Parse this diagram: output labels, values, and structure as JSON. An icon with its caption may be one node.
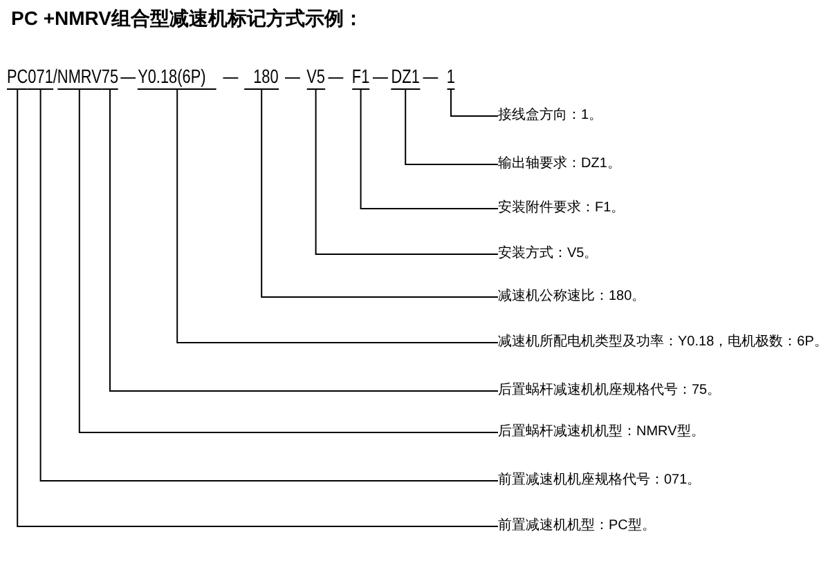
{
  "diagram": {
    "title": "PC +NMRV组合型减速机标记方式示例：",
    "nodes": [
      {
        "text": [
          "PC"
        ]
      },
      {
        "text": [
          "071"
        ]
      },
      {
        "text": [
          "NMRV"
        ]
      },
      {
        "text": [
          "75"
        ]
      },
      {
        "text": [
          "Y0.18(6P)"
        ]
      },
      {
        "text": [
          "180"
        ]
      },
      {
        "text": [
          "V5"
        ]
      },
      {
        "text": [
          "F1"
        ]
      },
      {
        "text": [
          "DZ1"
        ]
      },
      {
        "text": [
          "1"
        ]
      },
      {
        "text": [
          "接线盒方向：1。"
        ]
      },
      {
        "text": [
          "输出轴要求：DZ1。"
        ]
      },
      {
        "text": [
          "安装附件要求：F1。"
        ]
      },
      {
        "text": [
          "安装方式：V5。"
        ]
      },
      {
        "text": [
          "减速机公称速比：180。"
        ]
      },
      {
        "text": [
          "减速机所配电机类型及功率：Y0.18，电机极数：6P。"
        ]
      },
      {
        "text": [
          "后置蜗杆减速机机座规格代号：75。"
        ]
      },
      {
        "text": [
          "后置蜗杆减速机机型：NMRV型。"
        ]
      },
      {
        "text": [
          "前置减速机机座规格代号：071。"
        ]
      },
      {
        "text": [
          "前置减速机机型：PC型。"
        ]
      }
    ],
    "edges": [
      {
        "from": 0,
        "to": 19,
        "arrow": "none"
      },
      {
        "from": 1,
        "to": 18,
        "arrow": "none"
      },
      {
        "from": 2,
        "to": 17,
        "arrow": "none"
      },
      {
        "from": 3,
        "to": 16,
        "arrow": "none"
      },
      {
        "from": 4,
        "to": 15,
        "arrow": "none"
      },
      {
        "from": 5,
        "to": 14,
        "arrow": "none"
      },
      {
        "from": 6,
        "to": 13,
        "arrow": "none"
      },
      {
        "from": 7,
        "to": 12,
        "arrow": "none"
      },
      {
        "from": 8,
        "to": 11,
        "arrow": "none"
      },
      {
        "from": 9,
        "to": 10,
        "arrow": "none"
      }
    ],
    "labels": [
      "/",
      "—",
      "—",
      "—",
      "—",
      "—",
      "—"
    ]
  }
}
